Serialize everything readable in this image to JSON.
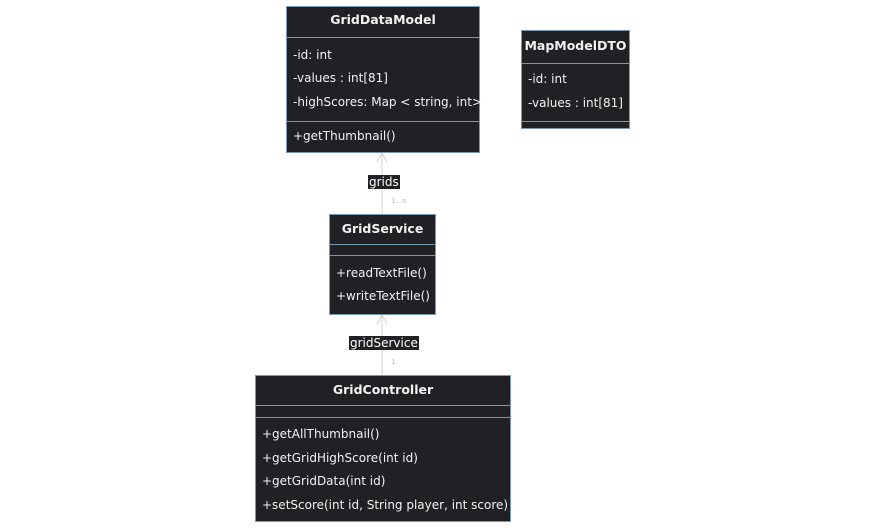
{
  "classes": {
    "grid_data_model": {
      "name": "GridDataModel",
      "attributes": [
        "-id: int",
        "-values : int[81]",
        "-highScores: Map < string, int>"
      ],
      "methods": [
        "+getThumbnail()"
      ]
    },
    "map_model_dto": {
      "name": "MapModelDTO",
      "attributes": [
        "-id: int",
        "-values : int[81]"
      ],
      "methods": []
    },
    "grid_service": {
      "name": "GridService",
      "attributes": [],
      "methods": [
        "+readTextFile()",
        "+writeTextFile()"
      ]
    },
    "grid_controller": {
      "name": "GridController",
      "attributes": [],
      "methods": [
        "+getAllThumbnail()",
        "+getGridHighScore(int id)",
        "+getGridData(int id)",
        "+setScore(int id, String player, int score)"
      ]
    }
  },
  "relations": {
    "grids": {
      "label": "grids",
      "multiplicity": "1...n"
    },
    "grid_service": {
      "label": "gridService",
      "multiplicity": "1"
    }
  },
  "colors": {
    "box_fill": "#202124",
    "box_border": "#7a98b0",
    "text": "#f2f2f2",
    "connector": "#d0d0d0"
  }
}
